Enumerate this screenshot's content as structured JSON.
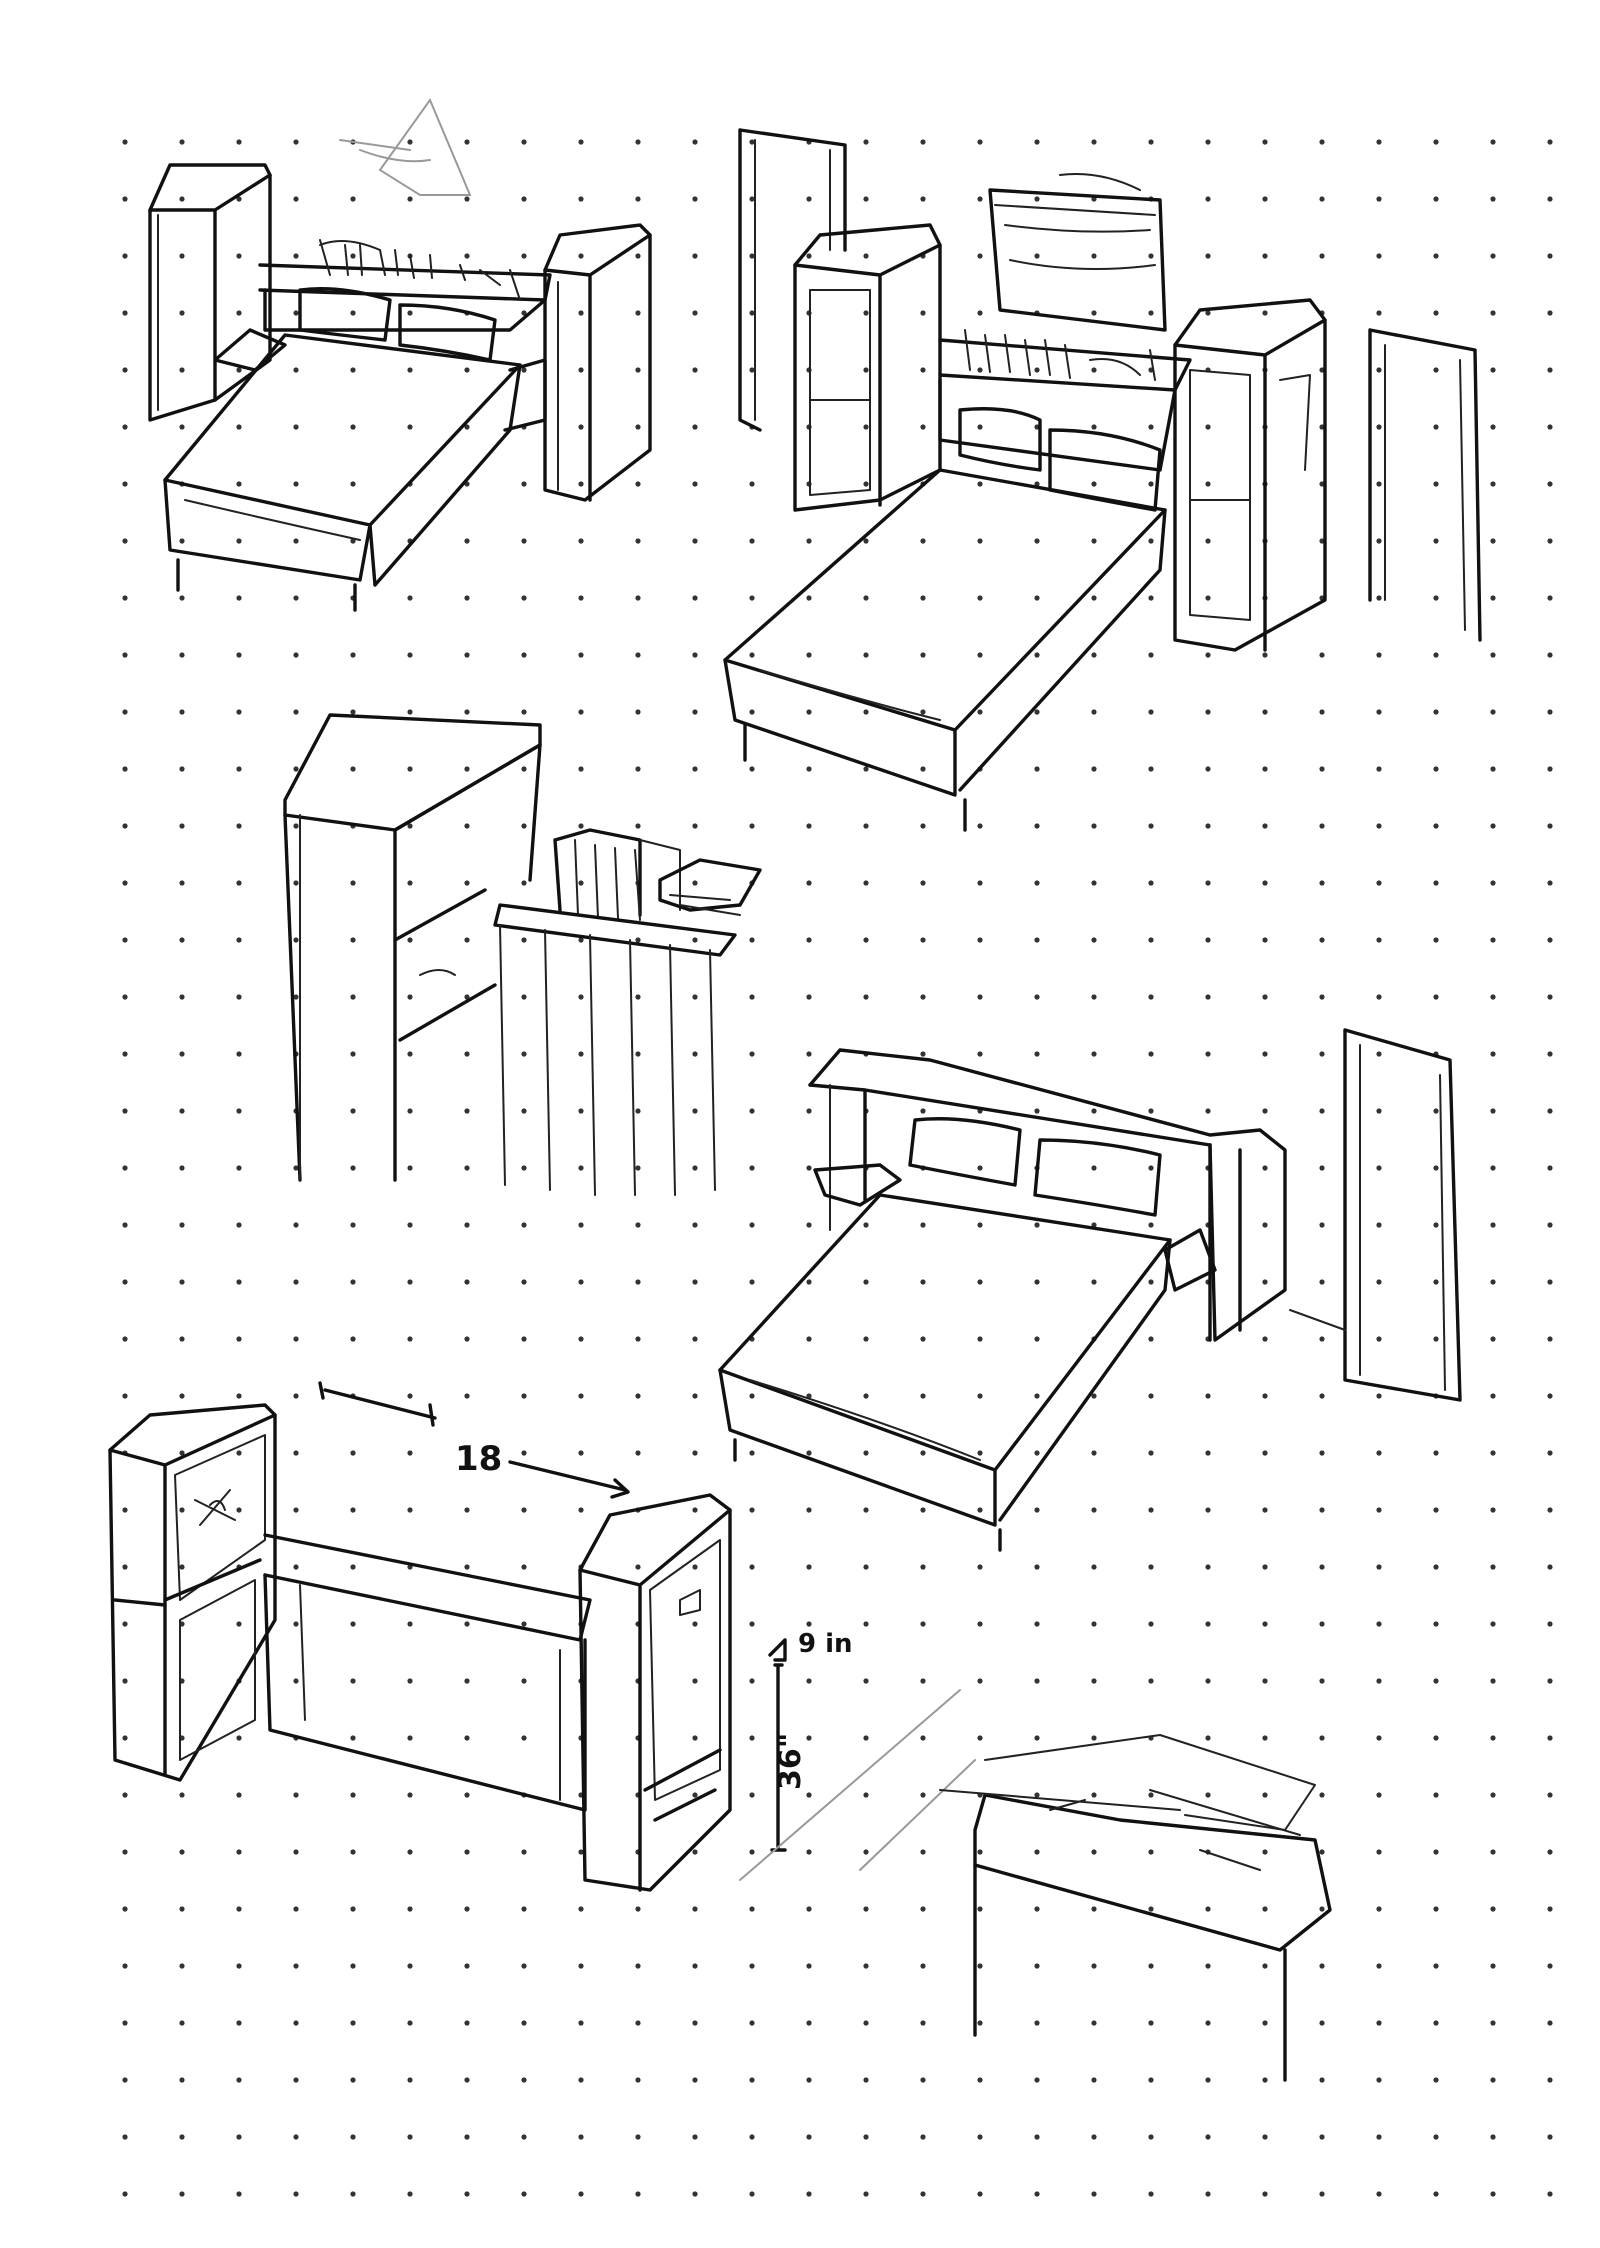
{
  "sheet": {
    "paper": "dot-grid",
    "ink_color": "#111111",
    "paper_color": "#ffffff"
  },
  "sketches": [
    {
      "id": "bed-with-tall-cabinets-and-shelf",
      "position_word": "top-left"
    },
    {
      "id": "bed-with-cabinets-window-and-doors",
      "position_word": "top-right"
    },
    {
      "id": "shelving-unit-with-books-and-radiator",
      "position_word": "middle-left"
    },
    {
      "id": "bed-with-headboard-and-floating-nightstands",
      "position_word": "middle-right"
    },
    {
      "id": "headboard-with-side-cabinets-dimensioned",
      "position_word": "bottom-left"
    },
    {
      "id": "low-cabinet-box",
      "position_word": "bottom-right"
    }
  ],
  "annotations": {
    "width_label": "18",
    "depth_label": "9 in",
    "height_label": "36\""
  }
}
